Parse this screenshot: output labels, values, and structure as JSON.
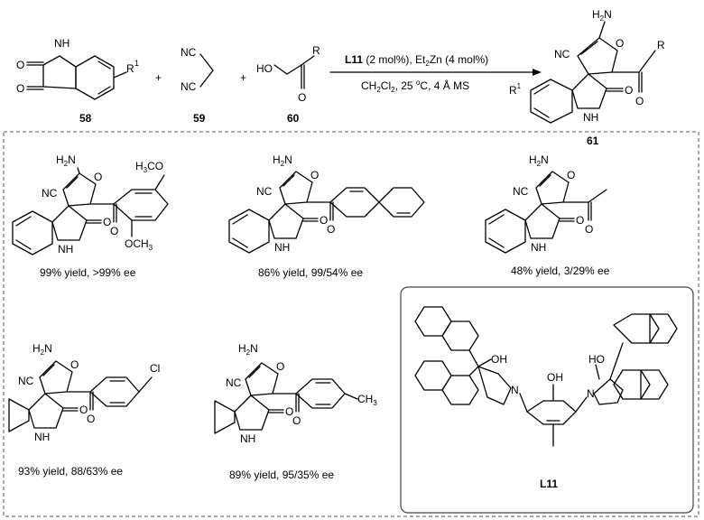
{
  "scheme": {
    "compounds": {
      "isatin": "58",
      "malononitrile": "59",
      "hydroxyketone": "60",
      "product": "61"
    },
    "plus": "+",
    "reagent_catalyst": "L11",
    "reagent_rest": " (2 mol%), Et",
    "reagent_zn": "Zn  (4 mol%)",
    "conditions": "CH",
    "conditions_rest": "Cl",
    "conditions_tail": ", 25 ",
    "conditions_deg": "o",
    "conditions_end": "C, 4 Å MS"
  },
  "atoms": {
    "NH": "NH",
    "H": "H",
    "N": "N",
    "O": "O",
    "NC": "NC",
    "CN": "CN",
    "HO": "HO",
    "OH": "OH",
    "R": "R",
    "R1": "R",
    "sup1": "1",
    "H2N": "H",
    "two": "2",
    "N_amine": "N",
    "OCH3": "OCH",
    "H3CO": "H",
    "three": "3",
    "CO": "CO",
    "Cl": "Cl",
    "CH3": "CH"
  },
  "examples": [
    {
      "caption": "99% yield, >99% ee"
    },
    {
      "caption": "86% yield, 99/54% ee"
    },
    {
      "caption": "48% yield, 3/29% ee"
    },
    {
      "caption": "93% yield, 88/63% ee"
    },
    {
      "caption": "89% yield, 95/35% ee"
    }
  ],
  "ligand_label": "L11",
  "colors": {
    "ink": "#000000",
    "dashed_border": "#555555",
    "ligand_box": "#444444"
  }
}
